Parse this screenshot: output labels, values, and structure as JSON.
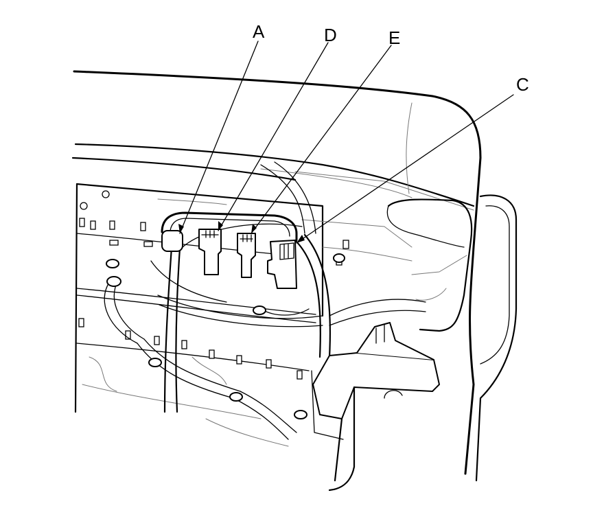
{
  "callouts": [
    {
      "id": "a",
      "label": "A"
    },
    {
      "id": "d",
      "label": "D"
    },
    {
      "id": "e",
      "label": "E"
    },
    {
      "id": "c",
      "label": "C"
    }
  ]
}
